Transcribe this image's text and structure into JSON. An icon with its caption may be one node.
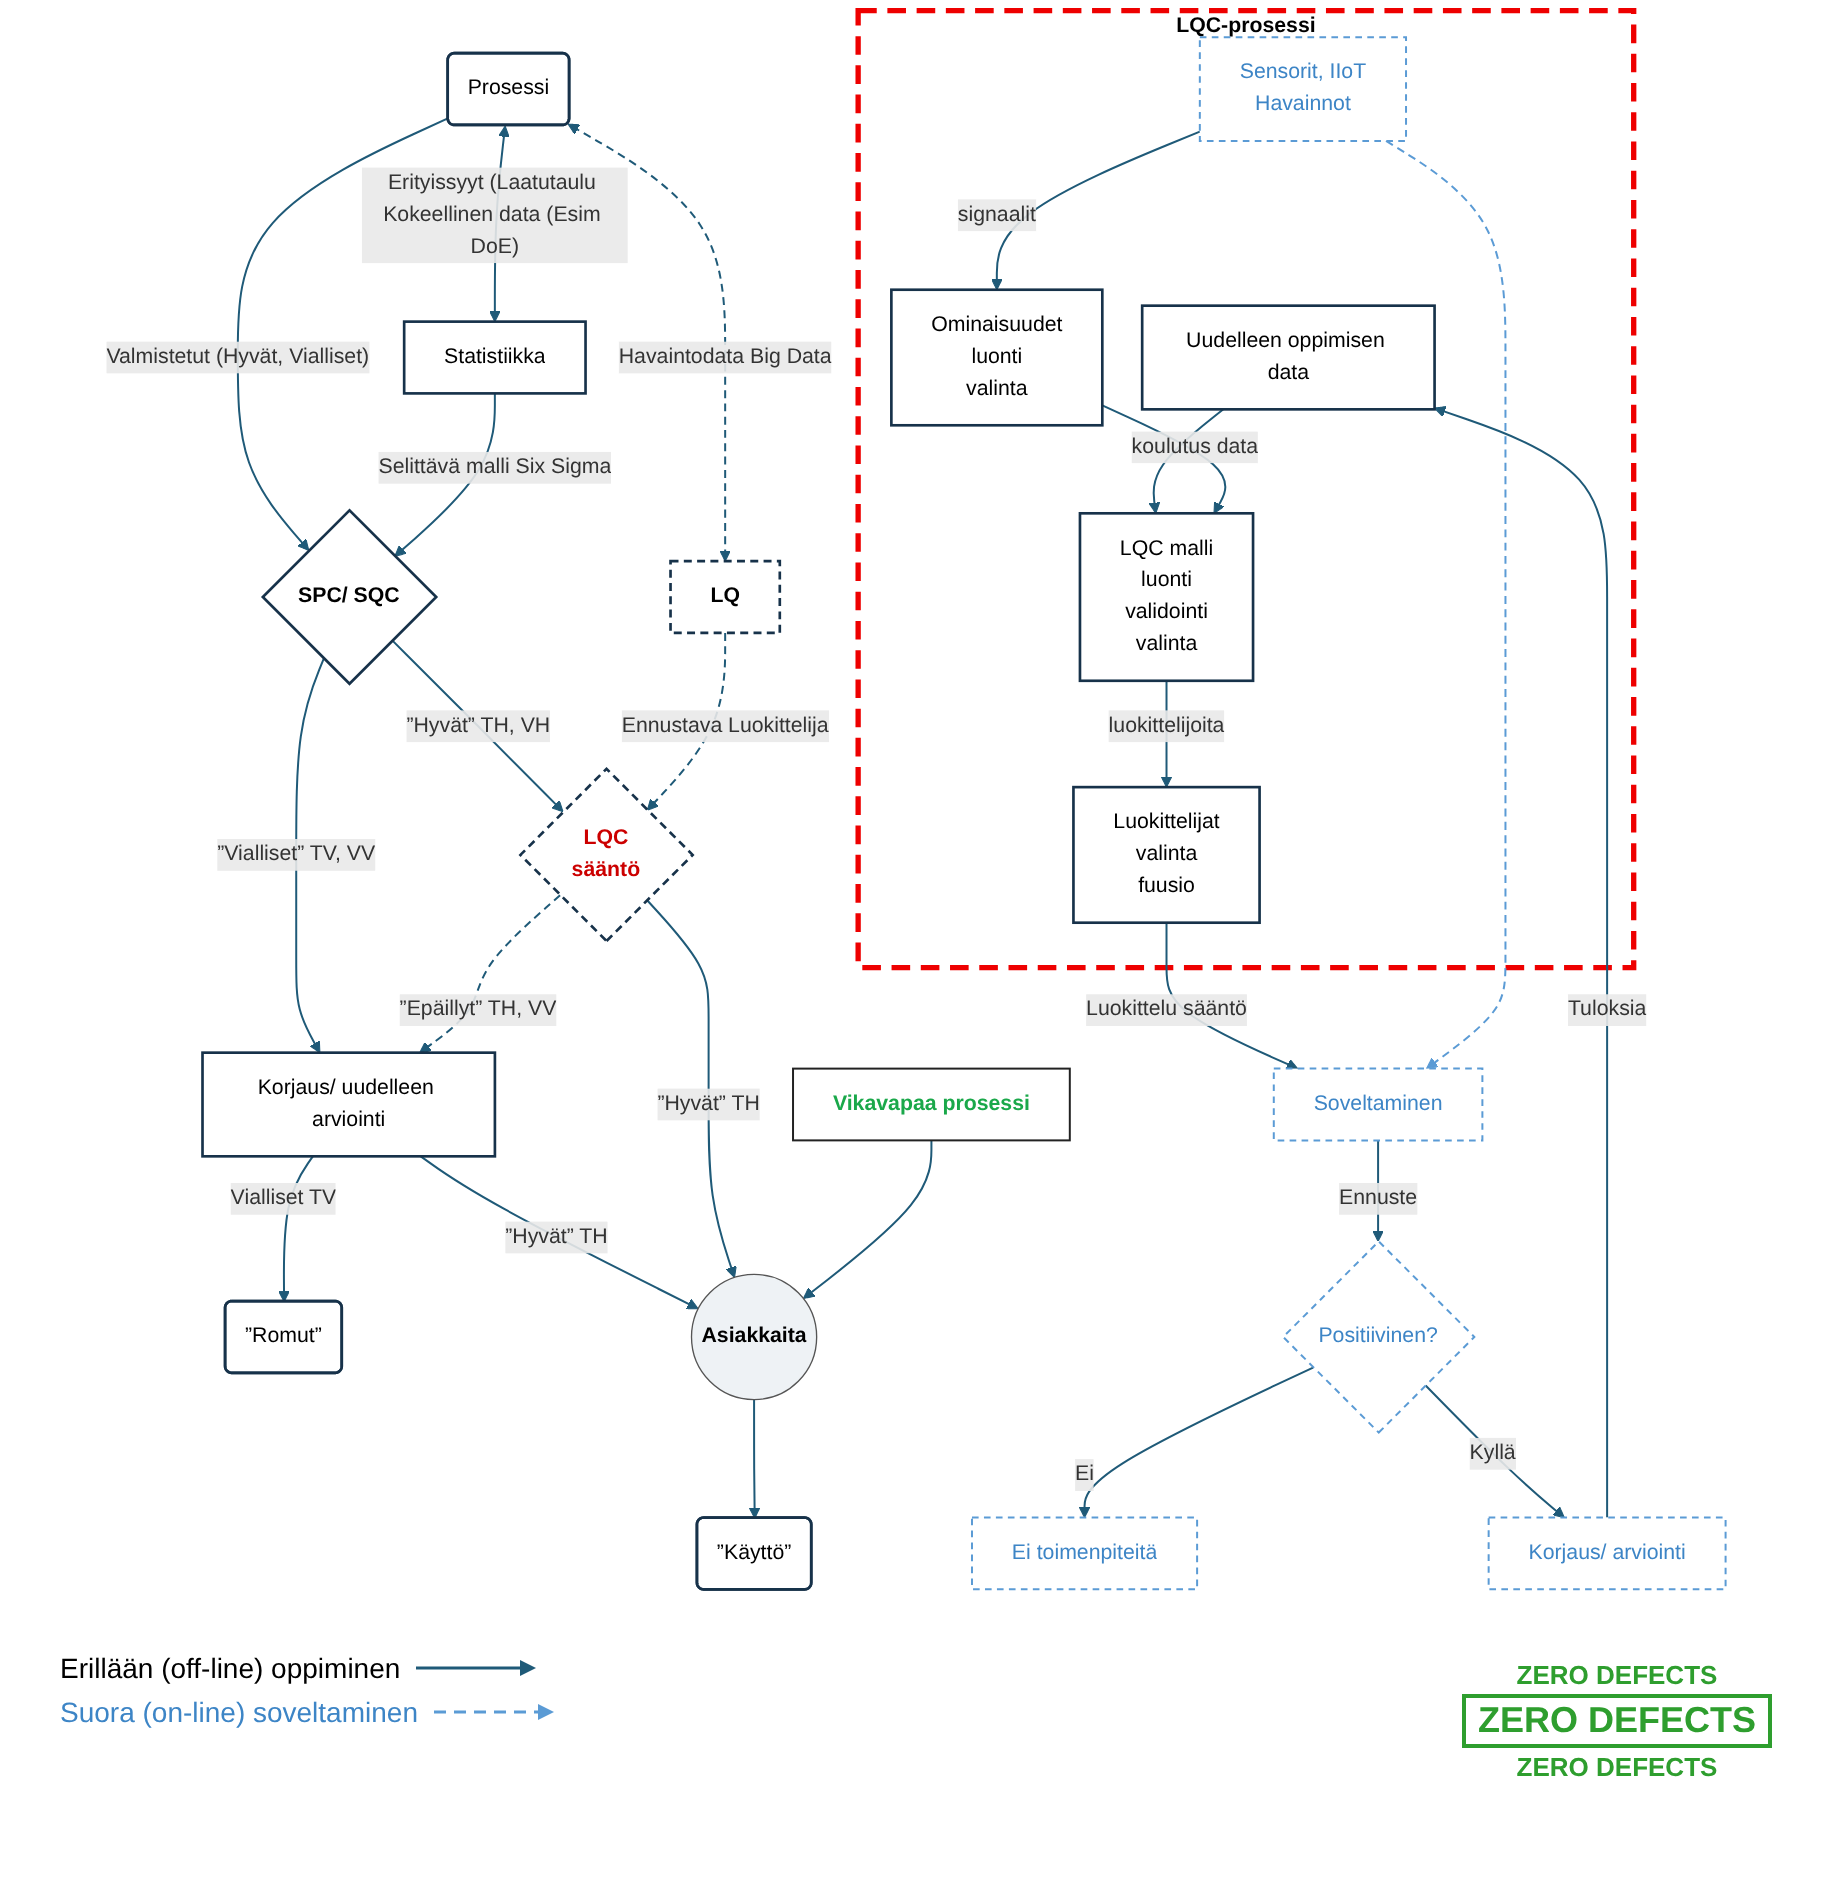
{
  "diagram": {
    "nodes": [
      {
        "text": [
          "”Romut”"
        ]
      },
      {
        "text": [
          "Korjaus/ uudelleen arviointi"
        ]
      },
      {
        "text": [
          "Prosessi"
        ]
      },
      {
        "text": [
          "SPC/ SQC"
        ]
      },
      {
        "text": [
          "LQC",
          "sääntö"
        ]
      },
      {
        "text": [
          "Asiakkaita"
        ]
      },
      {
        "text": [
          "”Käyttö”"
        ]
      },
      {
        "text": [
          "Vikavapaa prosessi"
        ]
      },
      {
        "text": [
          "Statistiikka"
        ]
      },
      {
        "text": [
          "LQ"
        ]
      },
      {
        "text": [
          "LQC-prosessi"
        ]
      },
      {
        "text": [
          "Uudelleen oppimisen data"
        ],
        "in": 10
      },
      {
        "text": [
          "Sensorit, IIoT",
          "Havainnot"
        ],
        "in": 10
      },
      {
        "text": [
          "Ominaisuudet",
          "luonti",
          "valinta"
        ],
        "in": 10
      },
      {
        "text": [
          "LQC malli",
          "luonti",
          "validointi",
          "valinta"
        ],
        "in": 10
      },
      {
        "text": [
          "Luokittelijat",
          "valinta",
          "fuusio"
        ],
        "in": 10
      },
      {
        "text": [
          "Soveltaminen"
        ]
      },
      {
        "text": [
          "Positiivinen?"
        ]
      },
      {
        "text": [
          "Ei toimenpiteitä"
        ]
      },
      {
        "text": [
          "Korjaus/ arviointi"
        ]
      }
    ],
    "edges": [
      {
        "from": 1,
        "to": 0,
        "arrow": "to",
        "label": "Vialliset TV"
      },
      {
        "from": 1,
        "to": 5,
        "arrow": "to",
        "label": "”Hyvät” TH"
      },
      {
        "from": 2,
        "to": 3,
        "arrow": "to",
        "label": "Valmistetut (Hyvät, Vialliset)"
      },
      {
        "from": 3,
        "to": 1,
        "arrow": "to",
        "label": "”Vialliset” TV, VV"
      },
      {
        "from": 3,
        "to": 4,
        "arrow": "to",
        "label": "”Hyvät” TH, VH"
      },
      {
        "from": 4,
        "to": 1,
        "arrow": "to",
        "label": "”Epäillyt” TH, VV",
        "style": "dashed"
      },
      {
        "from": 4,
        "to": 5,
        "arrow": "to",
        "label": "”Hyvät” TH"
      },
      {
        "from": 7,
        "to": 5,
        "arrow": "to"
      },
      {
        "from": 5,
        "to": 6,
        "arrow": "to"
      },
      {
        "from": 8,
        "to": 3,
        "arrow": "to",
        "label": "Selittävä malli Six Sigma"
      },
      {
        "from": 2,
        "to": 8,
        "arrow": "both",
        "label": "Erityissyyt (Laatutaulu Kokeellinen data (Esim DoE)"
      },
      {
        "from": 2,
        "to": 9,
        "arrow": "both",
        "label": "Havaintodata Big Data",
        "style": "dashed"
      },
      {
        "from": 9,
        "to": 4,
        "arrow": "to",
        "label": "Ennustava Luokittelija",
        "style": "dashed"
      },
      {
        "from": 11,
        "to": 14,
        "arrow": "to"
      },
      {
        "from": 12,
        "to": 13,
        "arrow": "to",
        "label": "signaalit"
      },
      {
        "from": 13,
        "to": 14,
        "arrow": "to",
        "label": "koulutus data"
      },
      {
        "from": 14,
        "to": 15,
        "arrow": "to",
        "label": "luokittelijoita"
      },
      {
        "from": 15,
        "to": 16,
        "arrow": "to",
        "label": "Luokittelu sääntö"
      },
      {
        "from": 12,
        "to": 16,
        "arrow": "to",
        "style": "dashed",
        "color": "#5b9bd5"
      },
      {
        "from": 16,
        "to": 17,
        "arrow": "to",
        "label": "Ennuste"
      },
      {
        "from": 17,
        "to": 18,
        "arrow": "to",
        "label": "Ei"
      },
      {
        "from": 17,
        "to": 19,
        "arrow": "to",
        "label": "Kyllä"
      },
      {
        "from": 19,
        "to": 11,
        "arrow": "to",
        "label": "Tuloksia"
      }
    ],
    "labels": [
      "ZERO DEFECTS",
      "ZERO DEFECTS",
      "ZERO DEFECTS"
    ],
    "legend": [
      {
        "text": "Erillään (off-line) oppiminen"
      },
      {
        "text": "Suora (on-line) soveltaminen"
      }
    ]
  }
}
